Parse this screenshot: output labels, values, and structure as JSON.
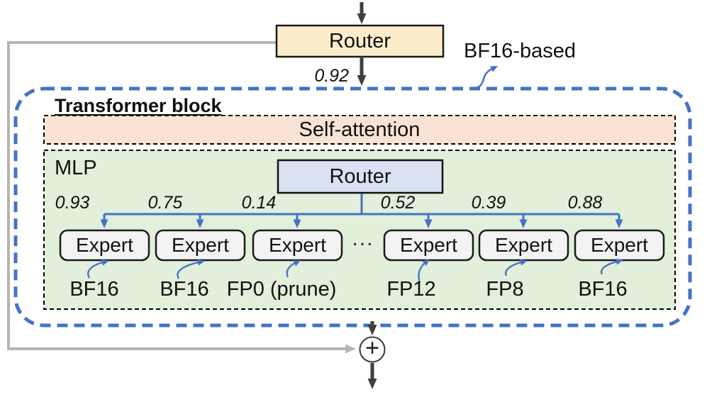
{
  "colors": {
    "accent_blue": "#4472c4",
    "router_top_fill": "#fcedca",
    "self_attention_fill": "#fae3d4",
    "mlp_fill": "#e2efda",
    "router_mlp_fill": "#d9e2f3",
    "expert_fill": "#f3f3f3",
    "dark_arrow": "#3f3f3f",
    "skip_gray": "#b5b5b5"
  },
  "diagram": {
    "input_router": {
      "label": "Router"
    },
    "annotation": {
      "label": "BF16-based"
    },
    "router_output_weight": "0.92",
    "transformer_block": {
      "title": "Transformer block",
      "self_attention": {
        "label": "Self-attention"
      },
      "mlp": {
        "label": "MLP",
        "router": {
          "label": "Router"
        },
        "ellipsis": "...",
        "experts": [
          {
            "label": "Expert",
            "weight": "0.93",
            "precision": "BF16"
          },
          {
            "label": "Expert",
            "weight": "0.75",
            "precision": "BF16"
          },
          {
            "label": "Expert",
            "weight": "0.14",
            "precision": "FP0 (prune)"
          },
          {
            "label": "Expert",
            "weight": "0.52",
            "precision": "FP12"
          },
          {
            "label": "Expert",
            "weight": "0.39",
            "precision": "FP8"
          },
          {
            "label": "Expert",
            "weight": "0.88",
            "precision": "BF16"
          }
        ]
      }
    },
    "residual_sum": {
      "symbol": "+"
    }
  }
}
